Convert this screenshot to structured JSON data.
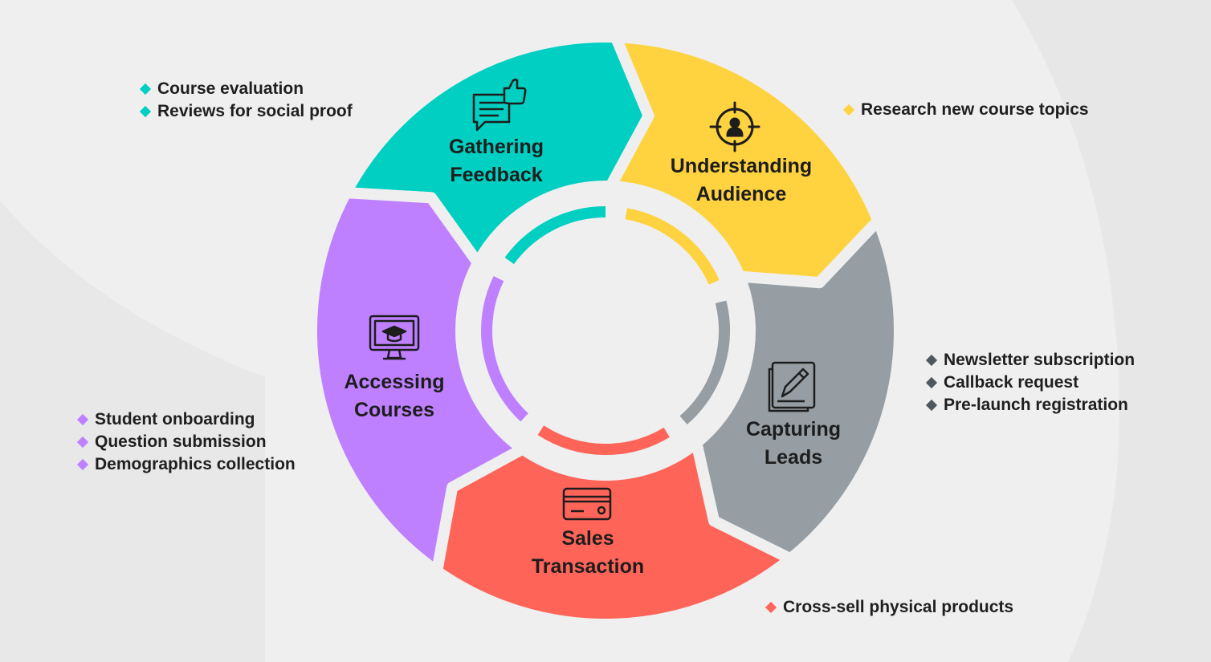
{
  "diagram": {
    "stages": [
      {
        "id": "feedback",
        "label_lines": [
          "Gathering",
          "Feedback"
        ],
        "color": "#00cfc1",
        "icon": "thumbs-up-form-icon",
        "bullets": [
          "Course evaluation",
          "Reviews for social proof"
        ]
      },
      {
        "id": "audience",
        "label_lines": [
          "Understanding",
          "Audience"
        ],
        "color": "#ffd23f",
        "icon": "target-person-icon",
        "bullets": [
          "Research new course topics"
        ]
      },
      {
        "id": "leads",
        "label_lines": [
          "Capturing",
          "Leads"
        ],
        "color": "#969ea3",
        "icon": "edit-note-icon",
        "bullets": [
          "Newsletter subscription",
          "Callback request",
          "Pre-launch registration"
        ]
      },
      {
        "id": "sales",
        "label_lines": [
          "Sales",
          "Transaction"
        ],
        "color": "#ff6459",
        "icon": "credit-card-icon",
        "bullets": [
          "Cross-sell physical products"
        ]
      },
      {
        "id": "courses",
        "label_lines": [
          "Accessing",
          "Courses"
        ],
        "color": "#bf80ff",
        "icon": "monitor-graduation-icon",
        "bullets": [
          "Student onboarding",
          "Question submission",
          "Demographics collection"
        ]
      }
    ]
  }
}
